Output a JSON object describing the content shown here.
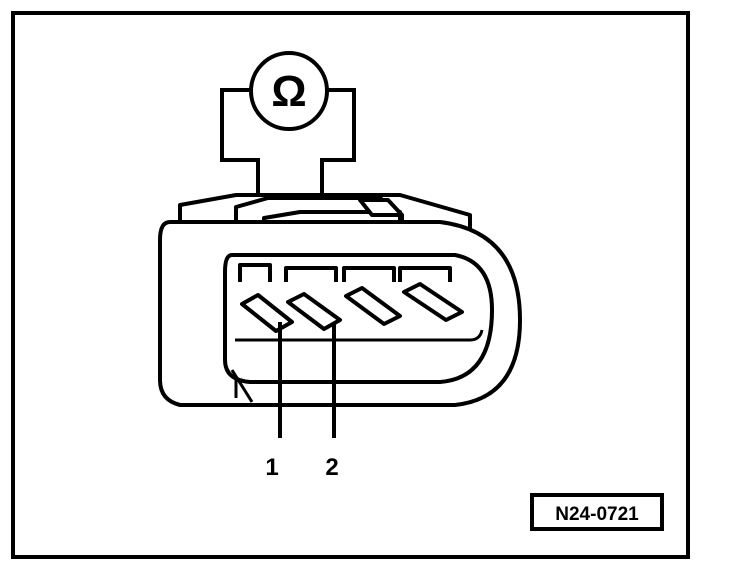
{
  "figure": {
    "meter_symbol": "Ω",
    "meter_icon": "ohmmeter-icon",
    "pin_labels": [
      "1",
      "2"
    ],
    "reference_code": "N24-0721"
  }
}
